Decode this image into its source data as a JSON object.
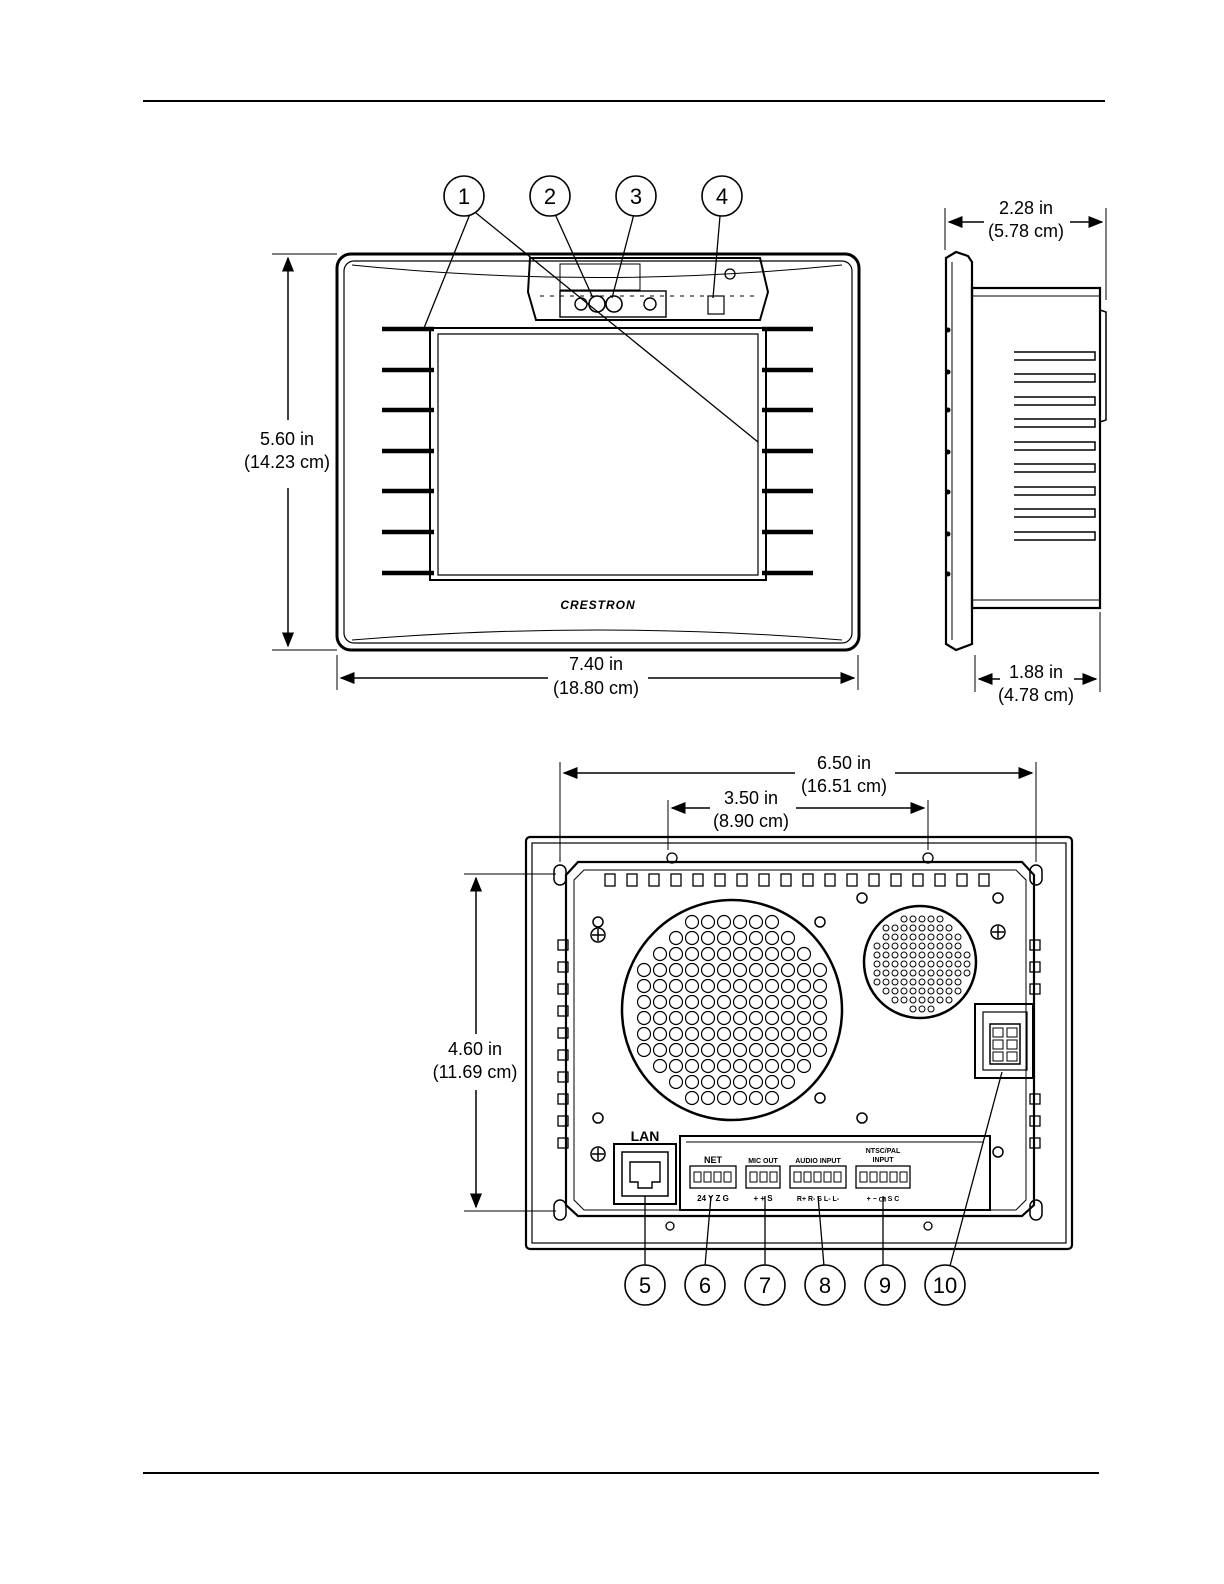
{
  "callouts": [
    "1",
    "2",
    "3",
    "4",
    "5",
    "6",
    "7",
    "8",
    "9",
    "10"
  ],
  "front_view": {
    "width": {
      "inches": "7.40 in",
      "cm": "(18.80 cm)"
    },
    "height": {
      "inches": "5.60 in",
      "cm": "(14.23 cm)"
    },
    "logo": "CRESTRON"
  },
  "side_view": {
    "depth_total": {
      "inches": "2.28 in",
      "cm": "(5.78 cm)"
    },
    "depth_body": {
      "inches": "1.88 in",
      "cm": "(4.78 cm)"
    }
  },
  "rear_view": {
    "hole_spacing_outer": {
      "inches": "6.50 in",
      "cm": "(16.51 cm)"
    },
    "hole_spacing_inner": {
      "inches": "3.50 in",
      "cm": "(8.90 cm)"
    },
    "hole_spacing_vertical": {
      "inches": "4.60 in",
      "cm": "(11.69 cm)"
    },
    "ports": {
      "lan": "LAN",
      "net": "NET",
      "net_pins": "24 Y Z G",
      "mic_out": "MIC OUT",
      "mic_pins": "+ + S",
      "audio_input": "AUDIO INPUT",
      "audio_pins": "R+ R- S L- L-",
      "ntsc_pal_line1": "NTSC/PAL",
      "ntsc_pal_line2": "INPUT",
      "ntsc_pins": "+ − ㎝ S C"
    }
  }
}
